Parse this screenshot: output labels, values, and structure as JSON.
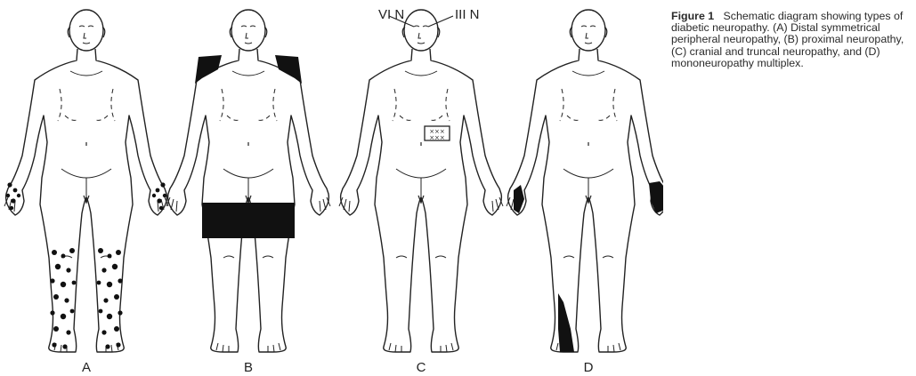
{
  "caption": {
    "label": "Figure 1",
    "text": "Schematic diagram showing types of diabetic neuropathy. (A) Distal symmetrical peripheral neuropathy, (B) proximal neuropathy, (C) cranial and truncal neuropathy, and (D) mononeuropathy multiplex."
  },
  "panels": [
    {
      "id": "A",
      "letter": "A"
    },
    {
      "id": "B",
      "letter": "B"
    },
    {
      "id": "C",
      "letter": "C"
    },
    {
      "id": "D",
      "letter": "D"
    }
  ],
  "nerve_labels": {
    "left": "VI N",
    "right": "III N"
  },
  "colors": {
    "ink": "#222222",
    "fill": "#111111"
  }
}
